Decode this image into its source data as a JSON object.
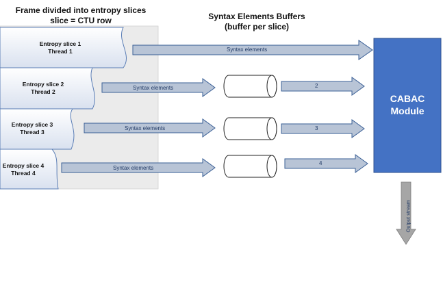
{
  "titles": {
    "frame_line1": "Frame divided into entropy slices",
    "frame_line2": "slice = CTU row",
    "buffers_line1": "Syntax Elements Buffers",
    "buffers_line2": "(buffer per slice)"
  },
  "slices": [
    {
      "line1": "Entropy slice 1",
      "line2": "Thread 1"
    },
    {
      "line1": "Entropy slice 2",
      "line2": "Thread 2"
    },
    {
      "line1": "Entropy slice 3",
      "line2": "Thread 3"
    },
    {
      "line1": "Entropy slice 4",
      "line2": "Thread 4"
    }
  ],
  "syntax_arrows": [
    "Syntax elements",
    "Syntax elements",
    "Syntax elements",
    "Syntax elements"
  ],
  "buffer_outputs": [
    "2",
    "3",
    "4"
  ],
  "cabac": {
    "line1": "CABAC",
    "line2": "Module"
  },
  "output_label": "Output stream",
  "colors": {
    "arrow_fill": "#b8c4d6",
    "arrow_stroke": "#3a5f96",
    "cabac_fill": "#4472c4",
    "slice_fill_top": "#ffffff",
    "slice_fill_bottom": "#d9e1ef",
    "frame_bg": "#ebebeb",
    "output_arrow": "#a6a6a6"
  }
}
